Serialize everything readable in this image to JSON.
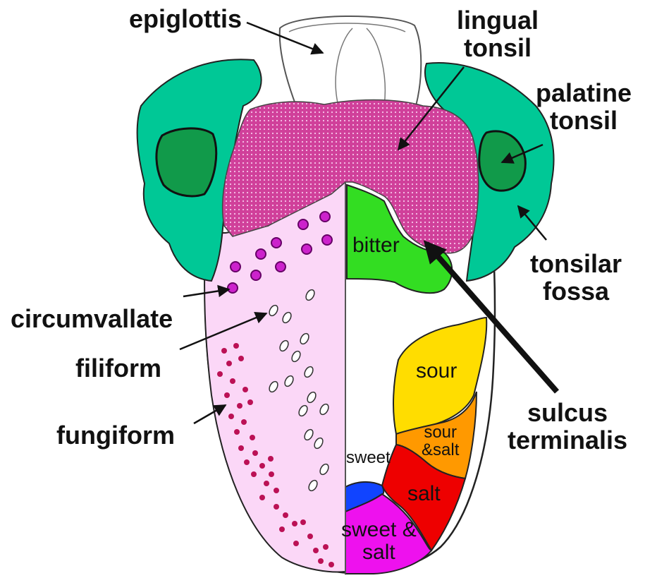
{
  "labels": {
    "epiglottis": "epiglottis",
    "lingual_tonsil": [
      "lingual",
      "tonsil"
    ],
    "palatine_tonsil": [
      "palatine",
      "tonsil"
    ],
    "tonsilar_fossa": [
      "tonsilar",
      "fossa"
    ],
    "circumvallate": "circumvallate",
    "filiform": "filiform",
    "fungiform": "fungiform",
    "sulcus_terminalis": [
      "sulcus",
      "terminalis"
    ]
  },
  "taste_zones": {
    "bitter": "bitter",
    "sour": "sour",
    "sour_salt": [
      "sour",
      "&salt"
    ],
    "salt": "salt",
    "sweet": "sweet",
    "sweet_salt": [
      "sweet &",
      "salt"
    ]
  },
  "colors": {
    "outline": "#222222",
    "tonsil_fossa": "#00c896",
    "palatine_tonsil": "#119a4a",
    "lingual_tonsil": "#d0409a",
    "papillae_side": "#fbd7f7",
    "bitter": "#33dd22",
    "sour": "#ffdd00",
    "sour_salt": "#ff9900",
    "salt": "#ee0000",
    "sweet": "#1144ff",
    "sweet_salt": "#ee11ee",
    "circumvallate": "#cc22cc",
    "fungiform": "#bb1155"
  }
}
